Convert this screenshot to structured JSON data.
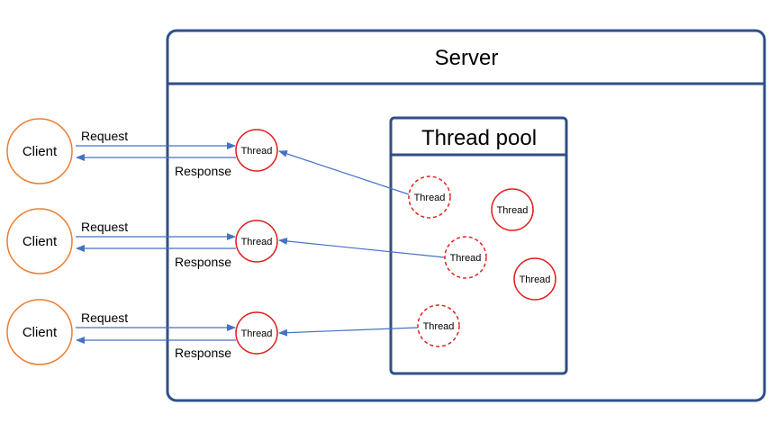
{
  "server": {
    "title": "Server"
  },
  "thread_pool": {
    "title": "Thread pool",
    "threads": [
      {
        "label": "Thread",
        "state": "idle-dashed"
      },
      {
        "label": "Thread",
        "state": "idle"
      },
      {
        "label": "Thread",
        "state": "idle-dashed"
      },
      {
        "label": "Thread",
        "state": "idle"
      },
      {
        "label": "Thread",
        "state": "idle-dashed"
      }
    ]
  },
  "rows": [
    {
      "client": "Client",
      "request": "Request",
      "response": "Response",
      "thread": "Thread"
    },
    {
      "client": "Client",
      "request": "Request",
      "response": "Response",
      "thread": "Thread"
    },
    {
      "client": "Client",
      "request": "Request",
      "response": "Response",
      "thread": "Thread"
    }
  ],
  "colors": {
    "server_border": "#2f4f86",
    "client_border": "#ed7d31",
    "thread_border": "#e02020",
    "arrow": "#4472c4"
  }
}
